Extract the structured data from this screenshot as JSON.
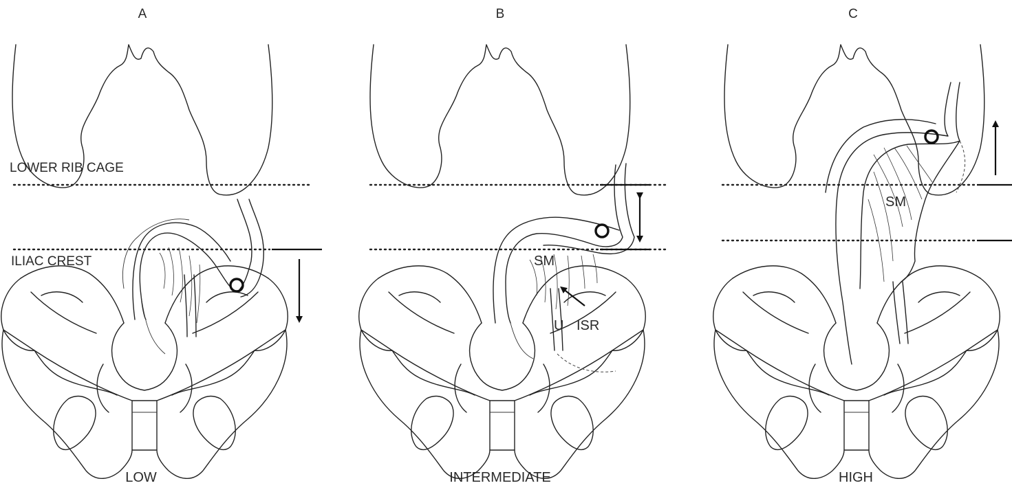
{
  "panels": [
    {
      "letter": "A",
      "caption": "LOW"
    },
    {
      "letter": "B",
      "caption": "INTERMEDIATE"
    },
    {
      "letter": "C",
      "caption": "HIGH"
    }
  ],
  "landmarks": {
    "rib_cage": "LOWER RIB CAGE",
    "iliac_crest": "ILIAC CREST"
  },
  "labels": {
    "sm": "SM",
    "u": "U",
    "isr": "ISR"
  }
}
